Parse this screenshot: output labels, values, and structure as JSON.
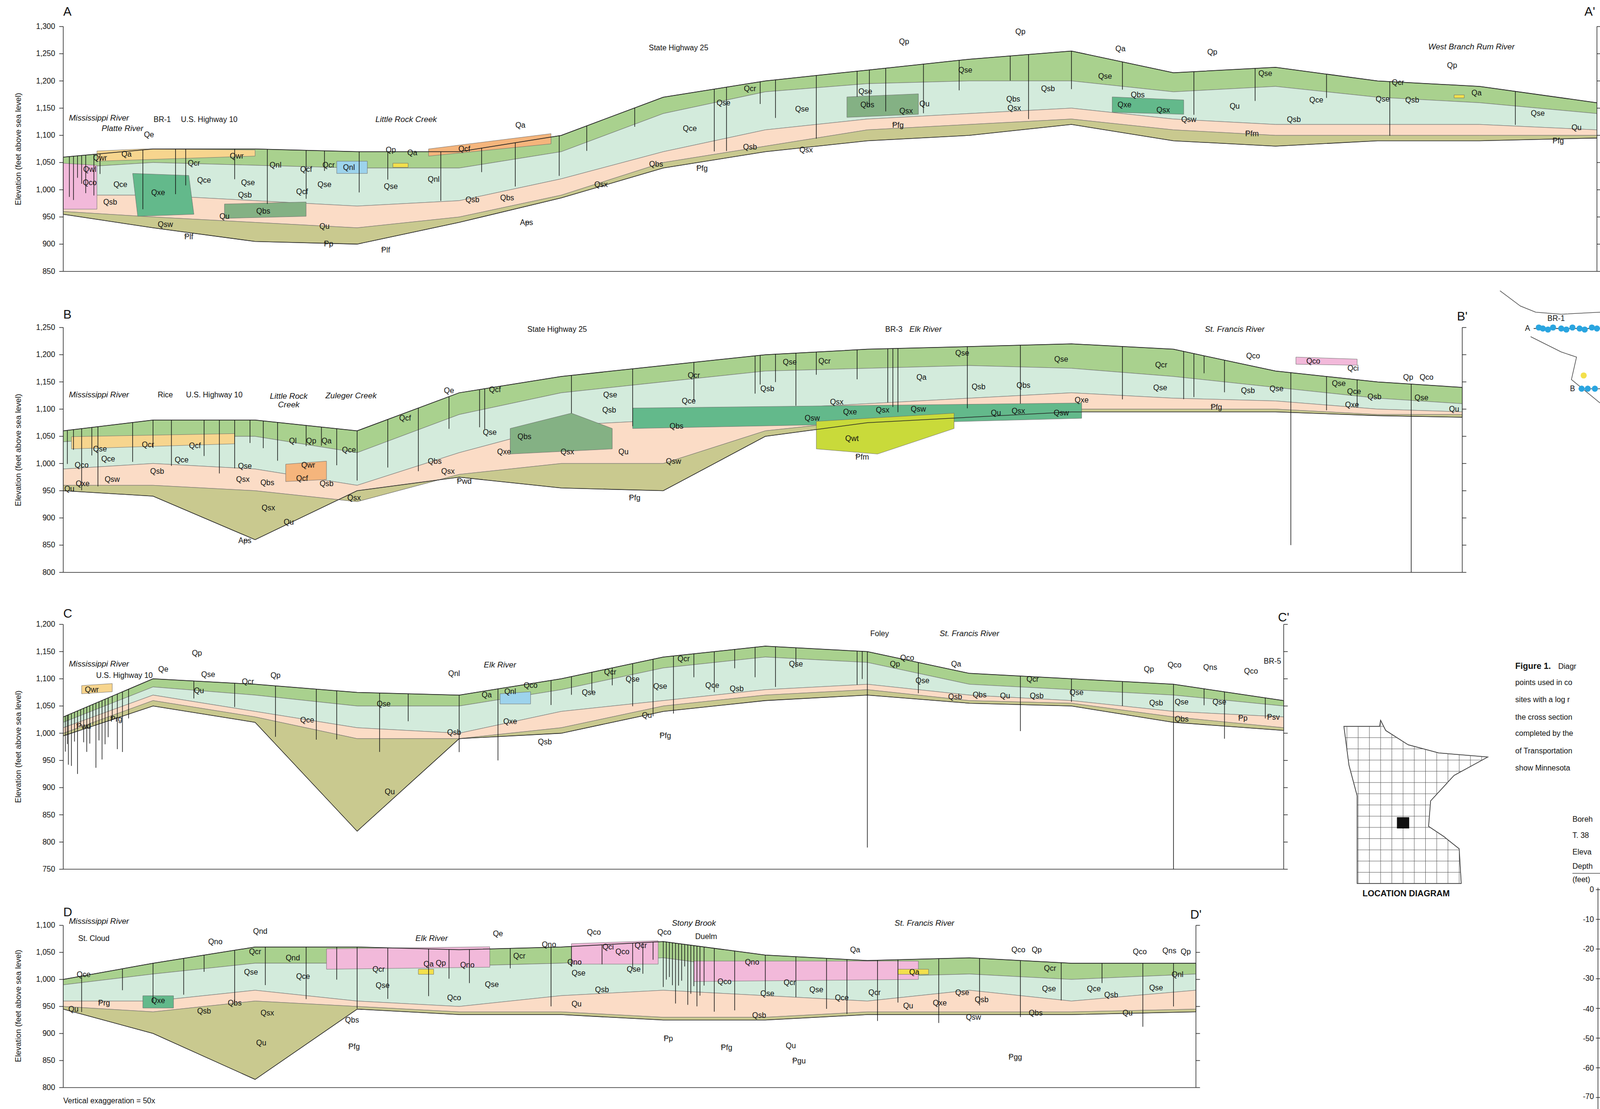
{
  "diagram": {
    "labels": [
      "A",
      "A'",
      "1,300",
      "1,250",
      "1,200",
      "1,150",
      "1,100",
      "1,050",
      "1,000",
      "950",
      "900",
      "850",
      "Elevation (feet above sea level)",
      "Mississippi River",
      "Platte River",
      "BR-1",
      "Qe",
      "U.S. Highway 10",
      "Qwr",
      "Qa",
      "Qwl",
      "Qco",
      "Qce",
      "Qsb",
      "Qxe",
      "Qsw",
      "Qcr",
      "Qwr",
      "Qce",
      "Qse",
      "Qsb",
      "Qnl",
      "Qcf",
      "Qcr",
      "Qnl",
      "Qse",
      "Qcf",
      "Qu",
      "Qbs",
      "Ᵽlf",
      "Qu",
      "Ᵽp",
      "Ᵽlf",
      "Little Rock Creek",
      "Qp",
      "Qa",
      "Qse",
      "Qnl",
      "Qcf",
      "Qsb",
      "Qbs",
      "Aᵽs",
      "Qa",
      "State Highway 25",
      "Qcr",
      "Qse",
      "Qce",
      "Qbs",
      "Qsb",
      "Qsx",
      "Ᵽfg",
      "Qse",
      "Qsx",
      "Qp",
      "Qse",
      "Qbs",
      "Qsx",
      "Qu",
      "Ᵽfg",
      "Qp",
      "Qse",
      "Qbs",
      "Qsx",
      "Qsb",
      "Qa",
      "Qse",
      "Qbs",
      "Qxe",
      "Qsx",
      "Qsw",
      "Qp",
      "Qse",
      "Qu",
      "Ᵽfm",
      "Qsb",
      "Qce",
      "Qcr",
      "Qse",
      "Qsb",
      "West Branch Rum River",
      "Qp",
      "Qa",
      "Qse",
      "Qu",
      "Ᵽfg",
      "B",
      "B'",
      "1,250",
      "1,200",
      "1,150",
      "1,100",
      "1,050",
      "1,000",
      "950",
      "900",
      "850",
      "800",
      "Elevation (feet above sea level)",
      "Mississippi River",
      "Rice",
      "U.S. Highway 10",
      "Little Rock Creek",
      "Zuleger Creek",
      "Qco",
      "Qse",
      "Qce",
      "Qcr",
      "Qcf",
      "Qce",
      "Qsb",
      "Qxe",
      "Qsw",
      "Qu",
      "Qsx",
      "Qse",
      "Qbs",
      "Qcf",
      "Qwr",
      "Ql",
      "Qp",
      "Qa",
      "Qsb",
      "Qce",
      "Qcf",
      "Qe",
      "Qcf",
      "Qsx",
      "Qsx",
      "Qu",
      "Aᵽs",
      "Qbs",
      "Qsx",
      "Ᵽwd",
      "Qse",
      "Qxe",
      "Qbs",
      "Qsx",
      "State Highway 25",
      "Qse",
      "Qsb",
      "Qcr",
      "Qce",
      "Qbs",
      "Qu",
      "Qsw",
      "Ᵽfg",
      "Qsb",
      "Qse",
      "Qcr",
      "Qsx",
      "Qsw",
      "Qxe",
      "Qwt",
      "Ᵽfm",
      "Qsx",
      "Qsw",
      "BR-3",
      "Elk River",
      "Qa",
      "Qse",
      "Qsb",
      "Qbs",
      "Qse",
      "Qu",
      "Qsx",
      "Qsw",
      "Qxe",
      "Qcr",
      "St. Francis River",
      "Qco",
      "Qse",
      "Qsb",
      "Qse",
      "Ᵽfg",
      "Qco",
      "Qci",
      "Qp",
      "Qco",
      "Qse",
      "Qce",
      "Qsb",
      "Qxe",
      "Qse",
      "Qu",
      "C",
      "C'",
      "1,200",
      "1,150",
      "1,100",
      "1,050",
      "1,000",
      "950",
      "900",
      "850",
      "800",
      "750",
      "Elevation (feet above sea level)",
      "Mississippi River",
      "U.S. Highway 10",
      "Qwr",
      "Ᵽwd",
      "Ᵽrg",
      "Qe",
      "Qp",
      "Qse",
      "Qu",
      "Qcr",
      "Qp",
      "Qse",
      "Qce",
      "Qu",
      "Qsb",
      "Qnl",
      "Elk River",
      "Qa",
      "Qnl",
      "Qco",
      "Qxe",
      "Qsb",
      "Qcr",
      "Qse",
      "Qse",
      "Qse",
      "Qce",
      "Qu",
      "Ᵽfg",
      "Qcr",
      "Qsb",
      "Qse",
      "Foley",
      "St. Francis River",
      "Qp",
      "Qco",
      "Qse",
      "Qa",
      "Qsb",
      "Qbs",
      "Qu",
      "Qcr",
      "Qsb",
      "Qse",
      "Qp",
      "Qco",
      "Qns",
      "Qco",
      "BR-5",
      "Qsb",
      "Qse",
      "Qse",
      "Qbs",
      "Ᵽp",
      "Ᵽsv",
      "D",
      "D'",
      "1,100",
      "1,050",
      "1,000",
      "950",
      "900",
      "850",
      "800",
      "Elevation (feet above sea level)",
      "Mississippi River",
      "St. Cloud",
      "Qce",
      "Qu",
      "Ᵽrg",
      "Qno",
      "Qnd",
      "Qcr",
      "Qnd",
      "Qse",
      "Qce",
      "Qxe",
      "Qsb",
      "Qbs",
      "Qsx",
      "Qu",
      "Ᵽfg",
      "Qbs",
      "Elk River",
      "Qa",
      "Qp",
      "Qno",
      "Qcr",
      "Qse",
      "Qco",
      "Qe",
      "Qcr",
      "Qno",
      "Qse",
      "Qco",
      "Qci",
      "Qco",
      "Qno",
      "Qse",
      "Qcr",
      "Qse",
      "Qsb",
      "Qu",
      "Qco",
      "Stony Brook",
      "Duelm",
      "Ᵽp",
      "Qno",
      "Qco",
      "Ᵽfg",
      "Qse",
      "Qsb",
      "Qu",
      "Ᵽgu",
      "Qcr",
      "Qse",
      "Qce",
      "Qa",
      "Qcr",
      "St. Francis River",
      "Qa",
      "Qu",
      "Qxe",
      "Qse",
      "Qsb",
      "Qsw",
      "Qbs",
      "Ᵽgg",
      "Qco",
      "Qp",
      "Qse",
      "Qcr",
      "Qce",
      "Qsb",
      "Qu",
      "Qco",
      "Qns",
      "Qp",
      "Qse",
      "Qnl",
      "Vertical exaggeration = 50x",
      "LOCATION DIAGRAM",
      "BR-1",
      "A",
      "B",
      "Figure 1.",
      "Diagr",
      "points used in co",
      "sites with a log r",
      "the cross section",
      "completed by the",
      "of Transportation",
      "show Minnesota",
      "Boreh",
      "T. 38",
      "Eleva",
      "Depth",
      "(feet)",
      "0",
      "-10",
      "-20",
      "-30",
      "-40",
      "-50",
      "-60",
      "-70"
    ]
  }
}
